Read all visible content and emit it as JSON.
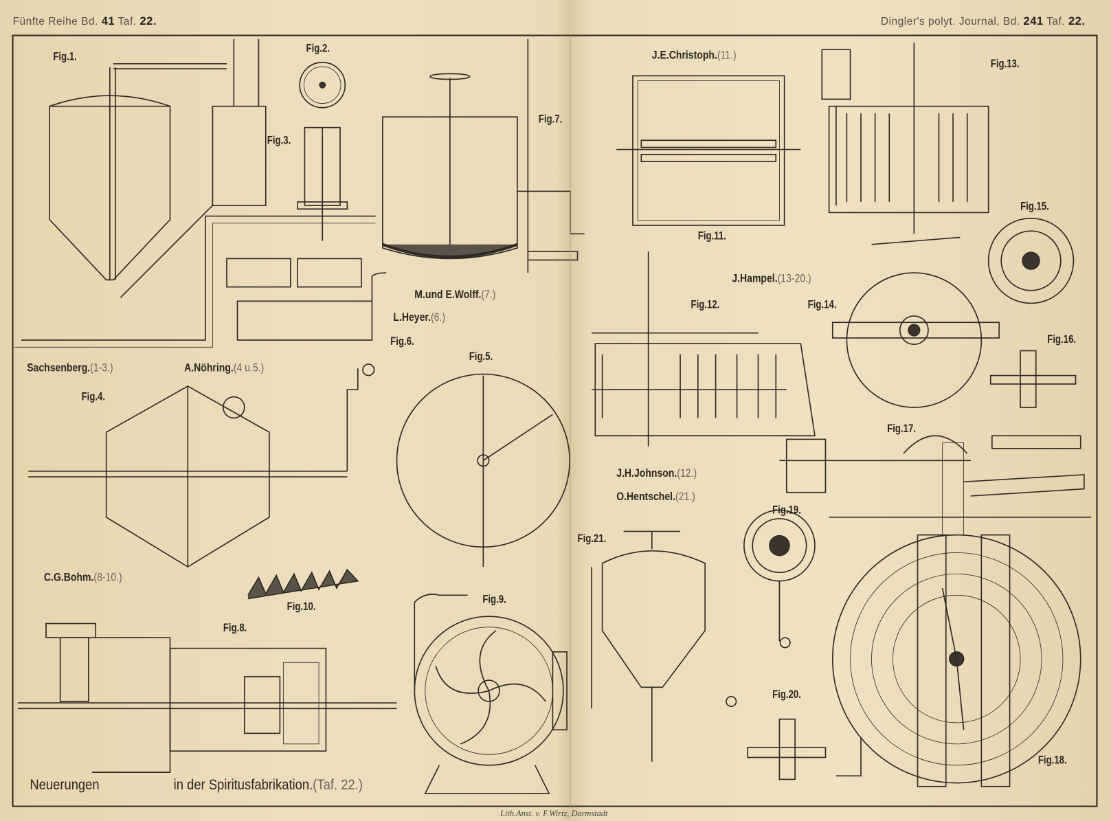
{
  "header": {
    "left_prefix": "Fünfte Reihe Bd.",
    "left_volume": "41",
    "left_taf": "Taf.",
    "left_plate": "22.",
    "right_prefix": "Dingler's polyt. Journal, Bd.",
    "right_volume": "241",
    "right_taf": "Taf.",
    "right_plate": "22."
  },
  "attributions": [
    {
      "name": "J.E.Christoph.",
      "figs": "(11.)"
    },
    {
      "name": "J.Hampel.",
      "figs": "(13-20.)"
    },
    {
      "name": "M.und E.Wolff.",
      "figs": "(7.)"
    },
    {
      "name": "L.Heyer.",
      "figs": "(6.)"
    },
    {
      "name": "Sachsenberg.",
      "figs": "(1-3.)"
    },
    {
      "name": "A.Nöhring.",
      "figs": "(4 u.5.)"
    },
    {
      "name": "J.H.Johnson.",
      "figs": "(12.)"
    },
    {
      "name": "O.Hentschel.",
      "figs": "(21.)"
    },
    {
      "name": "C.G.Bohm.",
      "figs": "(8-10.)"
    }
  ],
  "figures": [
    "Fig.1.",
    "Fig.2.",
    "Fig.3.",
    "Fig.4.",
    "Fig.5.",
    "Fig.6.",
    "Fig.7.",
    "Fig.8.",
    "Fig.9.",
    "Fig.10.",
    "Fig.11.",
    "Fig.12.",
    "Fig.13.",
    "Fig.14.",
    "Fig.15.",
    "Fig.16.",
    "Fig.17.",
    "Fig.18.",
    "Fig.19.",
    "Fig.20.",
    "Fig.21."
  ],
  "title": {
    "main_a": "Neuerungen",
    "main_b": "in der Spiritusfabrikation.",
    "ref": "(Taf. 22.)"
  },
  "imprint": "Lith.Anst. v. F.Wirtz, Darmstadt"
}
